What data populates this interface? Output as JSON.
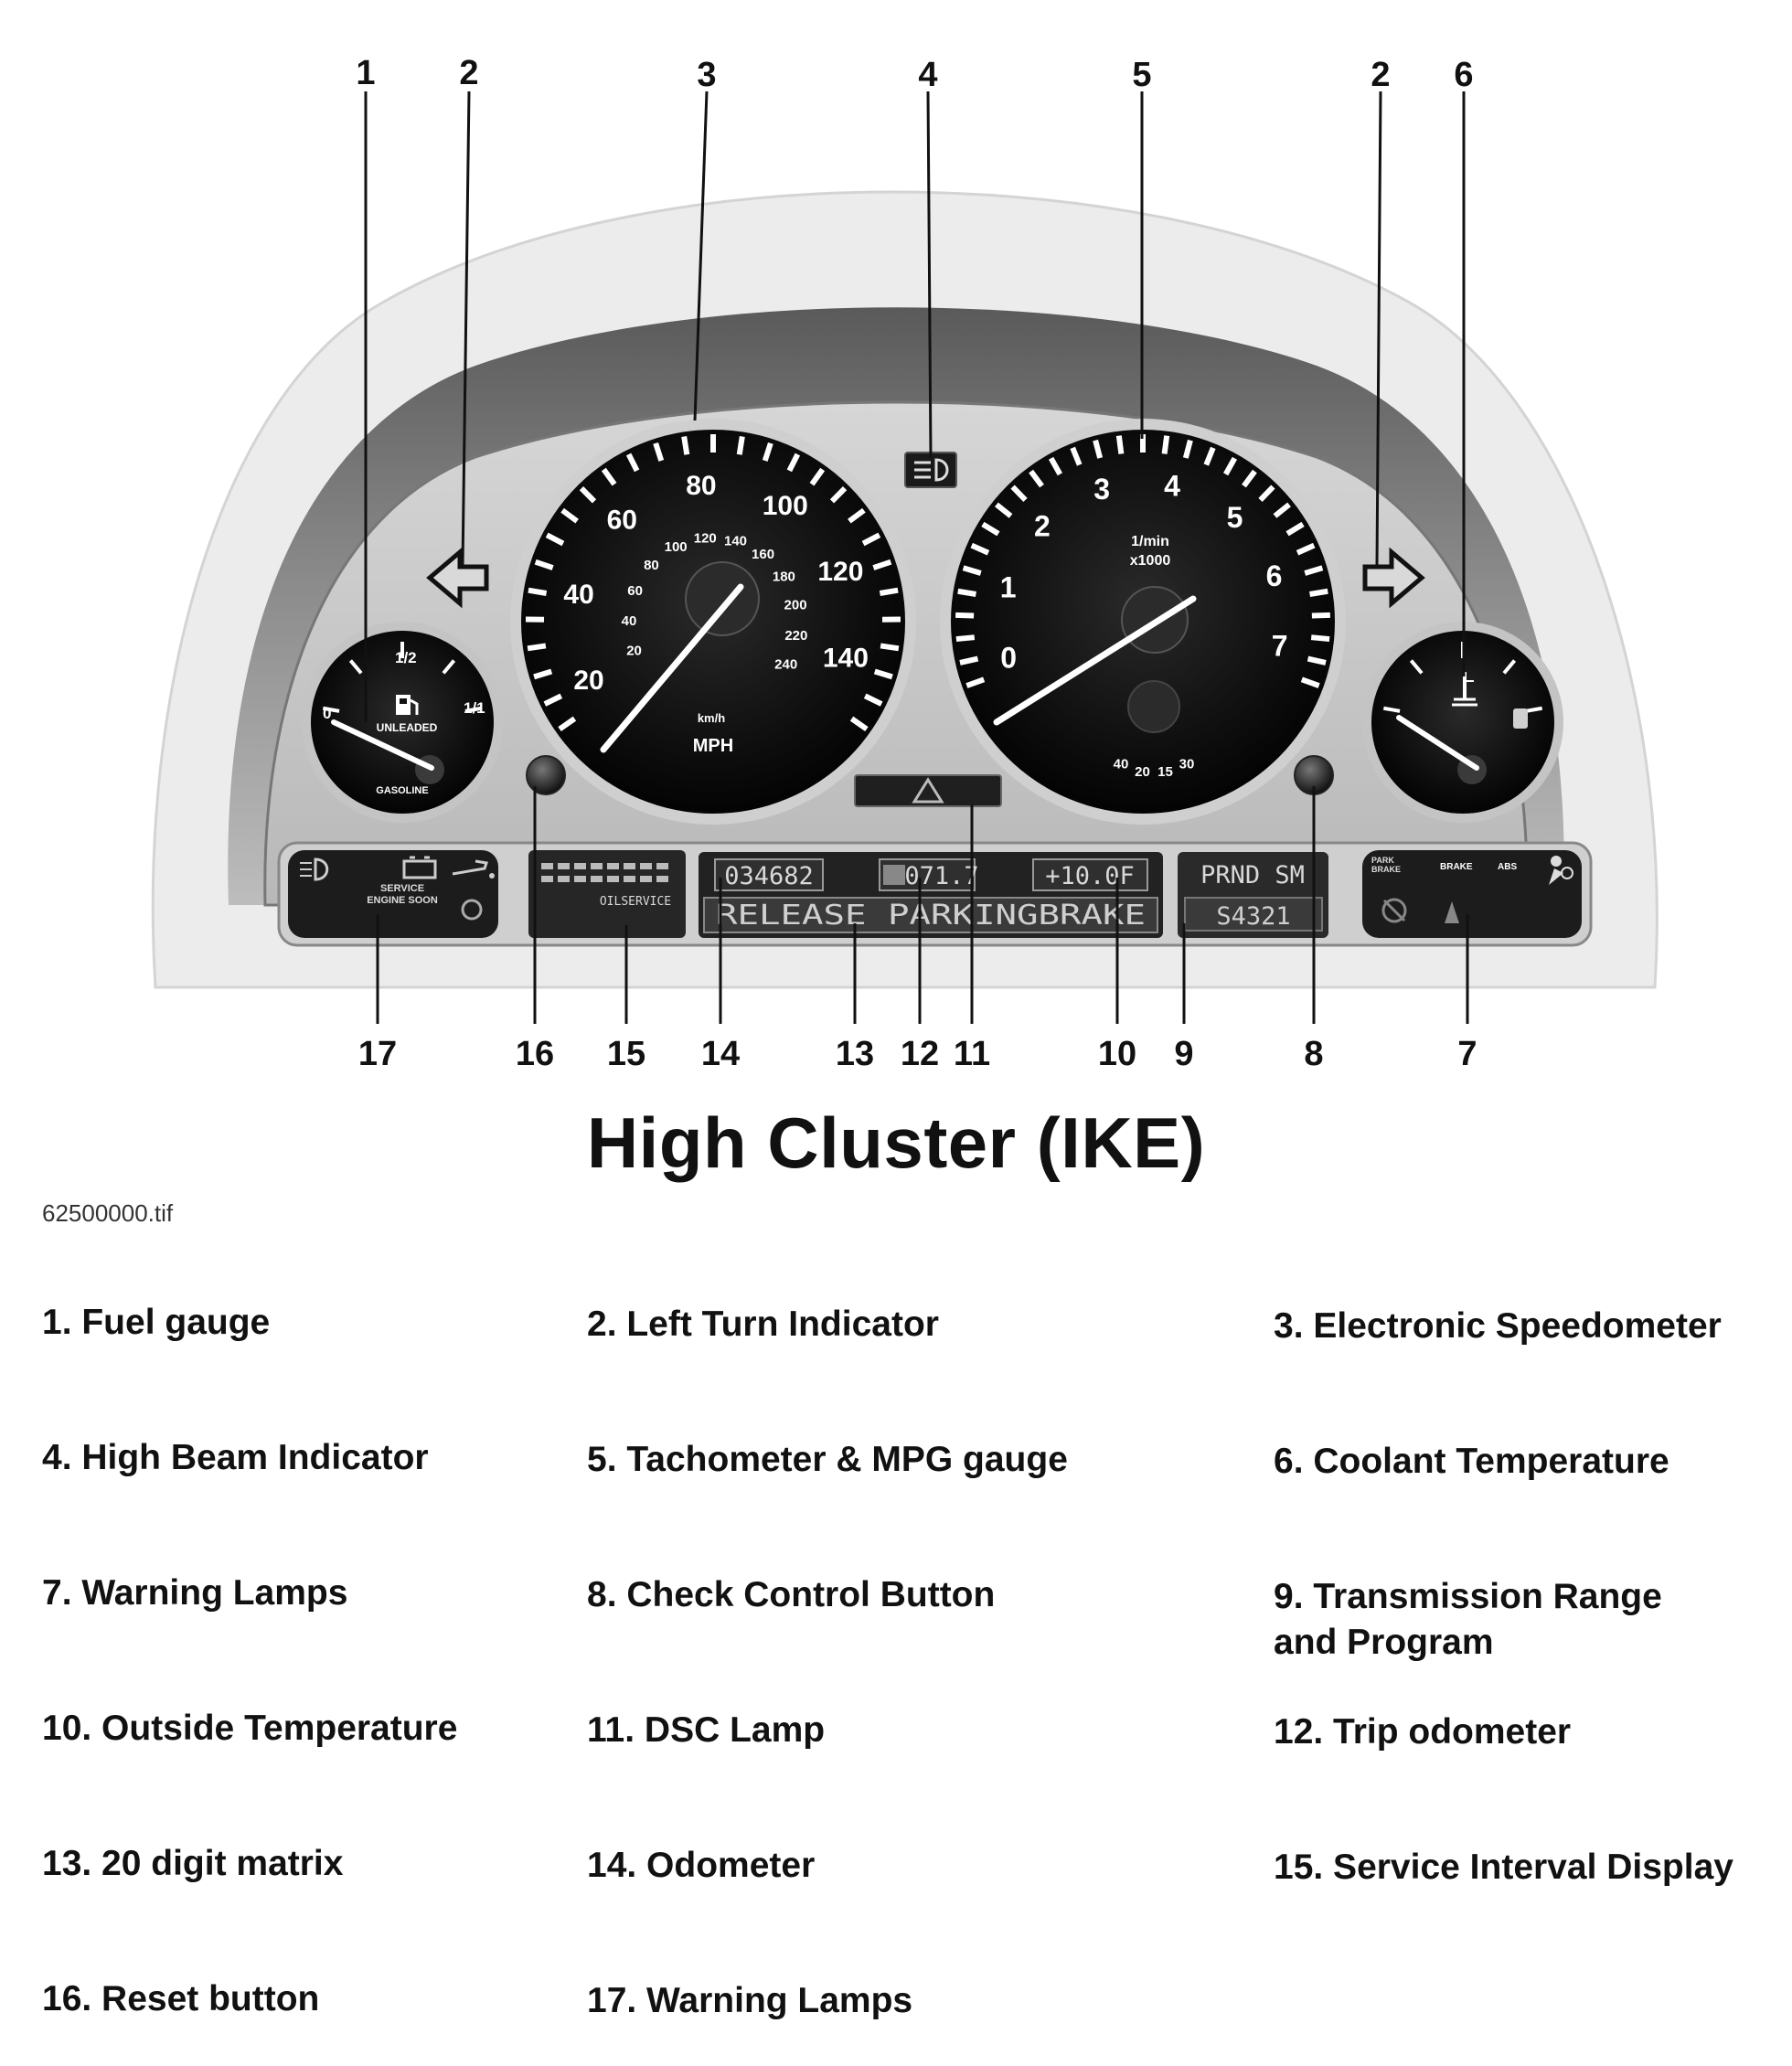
{
  "callouts": {
    "top": [
      "1",
      "2",
      "3",
      "4",
      "5",
      "2",
      "6"
    ],
    "bottom": [
      "17",
      "16",
      "15",
      "14",
      "13",
      "12",
      "11",
      "10",
      "9",
      "8",
      "7"
    ]
  },
  "speedometer": {
    "outer_labels": [
      "20",
      "40",
      "60",
      "80",
      "100",
      "120",
      "140"
    ],
    "inner_labels": [
      "20",
      "40",
      "60",
      "80",
      "100",
      "120",
      "140",
      "160",
      "180",
      "200",
      "220",
      "240"
    ],
    "unit_small": "km/h",
    "unit": "MPH"
  },
  "tachometer": {
    "labels": [
      "0",
      "1",
      "2",
      "3",
      "4",
      "5",
      "6",
      "7"
    ],
    "unit_line1": "1/min",
    "unit_line2": "x1000",
    "mpg_labels": [
      "40",
      "20",
      "15",
      "30"
    ]
  },
  "fuel_gauge": {
    "labels": [
      "0",
      "1/2",
      "1/1"
    ],
    "caption": "UNLEADED",
    "bottom_text": "GASOLINE"
  },
  "displays": {
    "odometer": "034682",
    "trip": "071.7",
    "outside_temp": "+10.0F",
    "matrix": "RELEASE PARKINGBRAKE",
    "transmission_range": "PRND SM",
    "transmission_program": "S4321",
    "oil_service": "OILSERVICE",
    "left_panel_text": "SERVICE ENGINE SOON",
    "right_panel_labels": [
      "PARK BRAKE",
      "BRAKE",
      "ABS"
    ]
  },
  "title": "High Cluster (IKE)",
  "filename": "62500000.tif",
  "legend": [
    "1. Fuel gauge",
    "2. Left Turn Indicator",
    "3. Electronic Speedometer",
    "4. High Beam Indicator",
    "5. Tachometer & MPG gauge",
    "6. Coolant Temperature",
    "7. Warning Lamps",
    "8. Check Control Button",
    "9. Transmission Range\nand Program",
    "10. Outside Temperature",
    "11. DSC Lamp",
    "12. Trip odometer",
    "13. 20 digit matrix",
    "14. Odometer",
    "15. Service Interval Display",
    "16. Reset button",
    "17. Warning Lamps"
  ],
  "colors": {
    "gauge_face": "#0d0d0d",
    "housing": "#9c9c9c",
    "lcd": "#2a2a2a",
    "lcd_text": "#d8d8d8"
  }
}
